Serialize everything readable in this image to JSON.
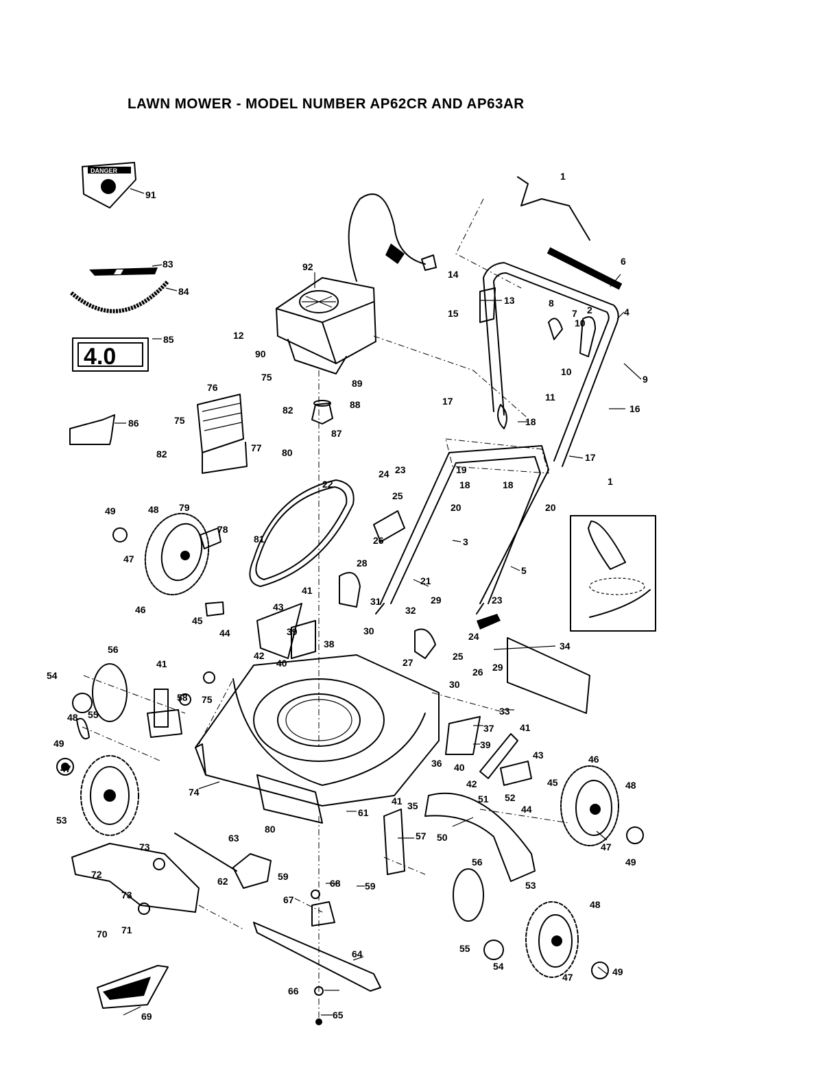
{
  "title": "LAWN MOWER - MODEL NUMBER AP62CR AND AP63AR",
  "decal_4_0": "4.0",
  "danger_decal": "DANGER",
  "callouts": [
    {
      "id": "c91",
      "label": "91"
    },
    {
      "id": "c1",
      "label": "1"
    },
    {
      "id": "c6",
      "label": "6"
    },
    {
      "id": "c83",
      "label": "83"
    },
    {
      "id": "c84",
      "label": "84"
    },
    {
      "id": "c85",
      "label": "85"
    },
    {
      "id": "c92",
      "label": "92"
    },
    {
      "id": "c14",
      "label": "14"
    },
    {
      "id": "c13",
      "label": "13"
    },
    {
      "id": "c15",
      "label": "15"
    },
    {
      "id": "c8",
      "label": "8"
    },
    {
      "id": "c2",
      "label": "2"
    },
    {
      "id": "c4",
      "label": "4"
    },
    {
      "id": "c7",
      "label": "7"
    },
    {
      "id": "c10a",
      "label": "10"
    },
    {
      "id": "c10b",
      "label": "10"
    },
    {
      "id": "c9",
      "label": "9"
    },
    {
      "id": "c12",
      "label": "12"
    },
    {
      "id": "c90",
      "label": "90"
    },
    {
      "id": "c75a",
      "label": "75"
    },
    {
      "id": "c89",
      "label": "89"
    },
    {
      "id": "c88",
      "label": "88"
    },
    {
      "id": "c82a",
      "label": "82"
    },
    {
      "id": "c87",
      "label": "87"
    },
    {
      "id": "c11",
      "label": "11"
    },
    {
      "id": "c16",
      "label": "16"
    },
    {
      "id": "c17a",
      "label": "17"
    },
    {
      "id": "c18a",
      "label": "18"
    },
    {
      "id": "c76",
      "label": "76"
    },
    {
      "id": "c75b",
      "label": "75"
    },
    {
      "id": "c86",
      "label": "86"
    },
    {
      "id": "c82b",
      "label": "82"
    },
    {
      "id": "c77",
      "label": "77"
    },
    {
      "id": "c80a",
      "label": "80"
    },
    {
      "id": "c17b",
      "label": "17"
    },
    {
      "id": "c19",
      "label": "19"
    },
    {
      "id": "c18b",
      "label": "18"
    },
    {
      "id": "c18c",
      "label": "18"
    },
    {
      "id": "c24a",
      "label": "24"
    },
    {
      "id": "c23a",
      "label": "23"
    },
    {
      "id": "c22",
      "label": "22"
    },
    {
      "id": "c25a",
      "label": "25"
    },
    {
      "id": "c20a",
      "label": "20"
    },
    {
      "id": "c20b",
      "label": "20"
    },
    {
      "id": "c1b",
      "label": "1"
    },
    {
      "id": "c49a",
      "label": "49"
    },
    {
      "id": "c48a",
      "label": "48"
    },
    {
      "id": "c79",
      "label": "79"
    },
    {
      "id": "c78",
      "label": "78"
    },
    {
      "id": "c81",
      "label": "81"
    },
    {
      "id": "c26a",
      "label": "26"
    },
    {
      "id": "c47a",
      "label": "47"
    },
    {
      "id": "c3",
      "label": "3"
    },
    {
      "id": "c5",
      "label": "5"
    },
    {
      "id": "c28",
      "label": "28"
    },
    {
      "id": "c21",
      "label": "21"
    },
    {
      "id": "c46a",
      "label": "46"
    },
    {
      "id": "c41a",
      "label": "41"
    },
    {
      "id": "c43a",
      "label": "43"
    },
    {
      "id": "c45a",
      "label": "45"
    },
    {
      "id": "c44a",
      "label": "44"
    },
    {
      "id": "c31",
      "label": "31"
    },
    {
      "id": "c32",
      "label": "32"
    },
    {
      "id": "c29a",
      "label": "29"
    },
    {
      "id": "c23b",
      "label": "23"
    },
    {
      "id": "c39a",
      "label": "39"
    },
    {
      "id": "c38",
      "label": "38"
    },
    {
      "id": "c30a",
      "label": "30"
    },
    {
      "id": "c24b",
      "label": "24"
    },
    {
      "id": "c42a",
      "label": "42"
    },
    {
      "id": "c40a",
      "label": "40"
    },
    {
      "id": "c27",
      "label": "27"
    },
    {
      "id": "c25b",
      "label": "25"
    },
    {
      "id": "c26b",
      "label": "26"
    },
    {
      "id": "c29b",
      "label": "29"
    },
    {
      "id": "c34",
      "label": "34"
    },
    {
      "id": "c56a",
      "label": "56"
    },
    {
      "id": "c54a",
      "label": "54"
    },
    {
      "id": "c41b",
      "label": "41"
    },
    {
      "id": "c58",
      "label": "58"
    },
    {
      "id": "c75c",
      "label": "75"
    },
    {
      "id": "c30b",
      "label": "30"
    },
    {
      "id": "c33",
      "label": "33"
    },
    {
      "id": "c55a",
      "label": "55"
    },
    {
      "id": "c48b",
      "label": "48"
    },
    {
      "id": "c37",
      "label": "37"
    },
    {
      "id": "c41c",
      "label": "41"
    },
    {
      "id": "c49b",
      "label": "49"
    },
    {
      "id": "c39b",
      "label": "39"
    },
    {
      "id": "c43b",
      "label": "43"
    },
    {
      "id": "c47b",
      "label": "47"
    },
    {
      "id": "c40b",
      "label": "40"
    },
    {
      "id": "c36",
      "label": "36"
    },
    {
      "id": "c46b",
      "label": "46"
    },
    {
      "id": "c42b",
      "label": "42"
    },
    {
      "id": "c45b",
      "label": "45"
    },
    {
      "id": "c48c",
      "label": "48"
    },
    {
      "id": "c74",
      "label": "74"
    },
    {
      "id": "c51",
      "label": "51"
    },
    {
      "id": "c52",
      "label": "52"
    },
    {
      "id": "c53a",
      "label": "53"
    },
    {
      "id": "c35",
      "label": "35"
    },
    {
      "id": "c44b",
      "label": "44"
    },
    {
      "id": "c61",
      "label": "61"
    },
    {
      "id": "c41d",
      "label": "41"
    },
    {
      "id": "c47c",
      "label": "47"
    },
    {
      "id": "c49c",
      "label": "49"
    },
    {
      "id": "c63",
      "label": "63"
    },
    {
      "id": "c80b",
      "label": "80"
    },
    {
      "id": "c57",
      "label": "57"
    },
    {
      "id": "c50",
      "label": "50"
    },
    {
      "id": "c73a",
      "label": "73"
    },
    {
      "id": "c56b",
      "label": "56"
    },
    {
      "id": "c72",
      "label": "72"
    },
    {
      "id": "c62",
      "label": "62"
    },
    {
      "id": "c59a",
      "label": "59"
    },
    {
      "id": "c68",
      "label": "68"
    },
    {
      "id": "c59b",
      "label": "59"
    },
    {
      "id": "c53b",
      "label": "53"
    },
    {
      "id": "c73b",
      "label": "73"
    },
    {
      "id": "c67",
      "label": "67"
    },
    {
      "id": "c48d",
      "label": "48"
    },
    {
      "id": "c70",
      "label": "70"
    },
    {
      "id": "c71",
      "label": "71"
    },
    {
      "id": "c64",
      "label": "64"
    },
    {
      "id": "c55b",
      "label": "55"
    },
    {
      "id": "c54b",
      "label": "54"
    },
    {
      "id": "c47d",
      "label": "47"
    },
    {
      "id": "c49d",
      "label": "49"
    },
    {
      "id": "c66",
      "label": "66"
    },
    {
      "id": "c69",
      "label": "69"
    },
    {
      "id": "c65",
      "label": "65"
    }
  ]
}
